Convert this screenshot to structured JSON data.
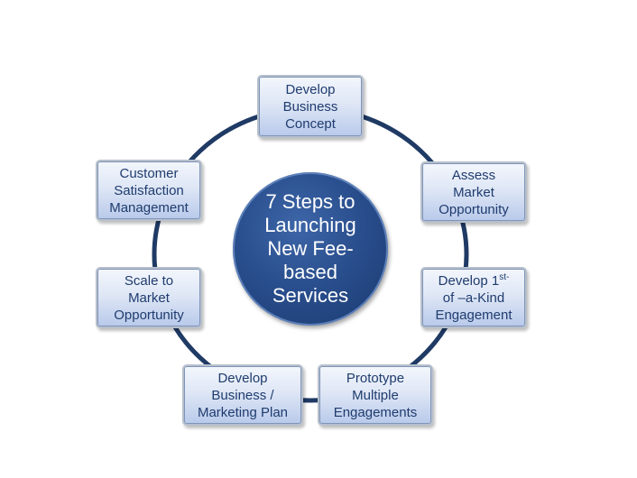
{
  "center": {
    "lines": [
      "7 Steps to",
      "Launching",
      "New Fee-",
      "based",
      "Services"
    ]
  },
  "steps": [
    {
      "lines": [
        "Develop",
        "Business",
        "Concept"
      ]
    },
    {
      "lines": [
        "Assess",
        "Market",
        "Opportunity"
      ]
    },
    {
      "line1_text": "Develop 1",
      "line1_sup": "st-",
      "lines": [
        "of –a-Kind",
        "Engagement"
      ]
    },
    {
      "lines": [
        "Prototype",
        "Multiple",
        "Engagements"
      ]
    },
    {
      "lines": [
        "Develop",
        "Business /",
        "Marketing Plan"
      ]
    },
    {
      "lines": [
        "Scale to",
        "Market",
        "Opportunity"
      ]
    },
    {
      "lines": [
        "Customer",
        "Satisfaction",
        "Management"
      ]
    }
  ],
  "colors": {
    "ring": "#1f3a64",
    "text": "#1f3c6e",
    "center_fill": "#2a4f8e"
  }
}
